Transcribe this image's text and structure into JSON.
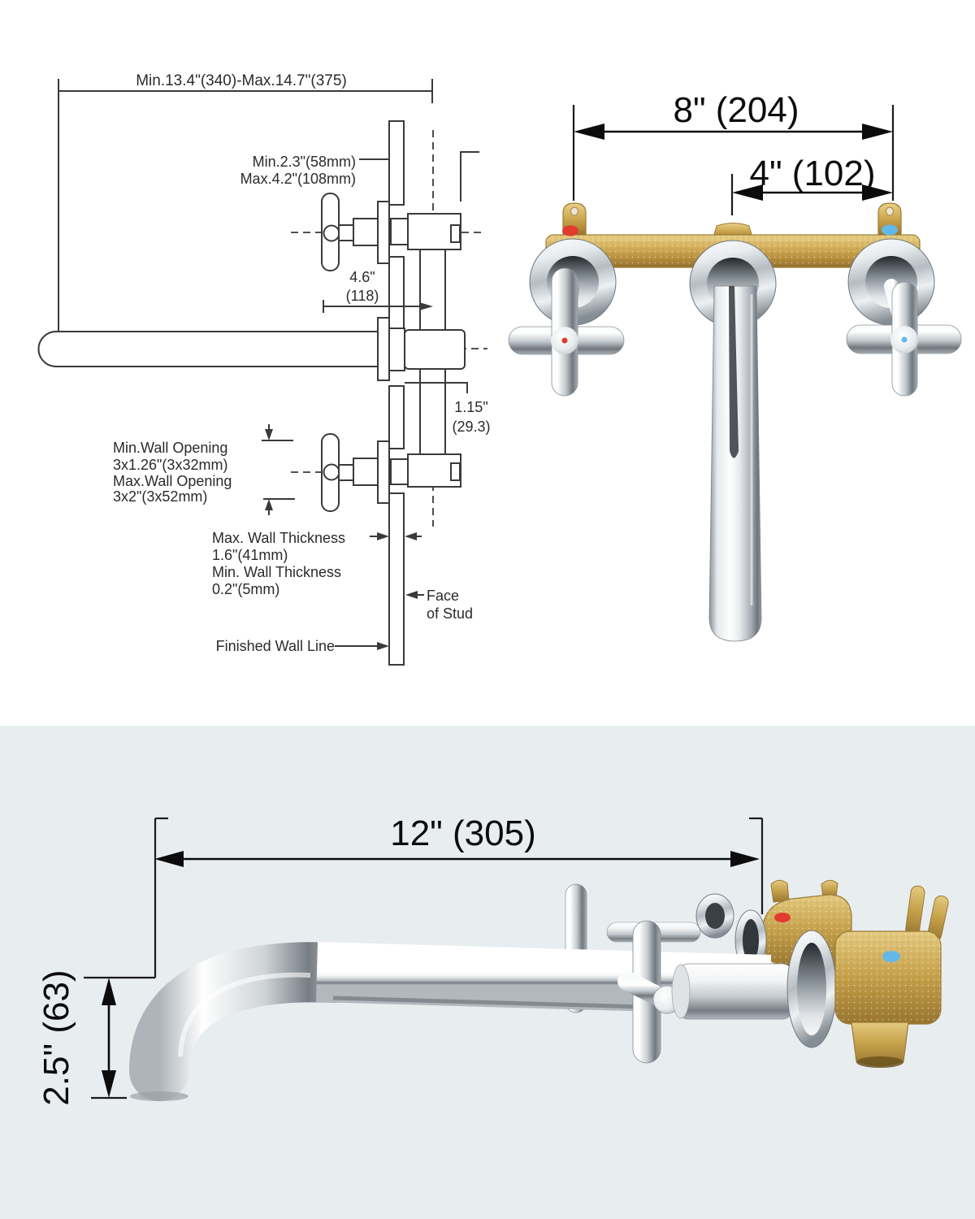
{
  "top_diagram": {
    "overall_width": "Min.13.4\"(340)-Max.14.7\"(375)",
    "depth_min": "Min.2.3\"(58mm)",
    "depth_max": "Max.4.2\"(108mm)",
    "handle_clearance_in": "4.6\"",
    "handle_clearance_mm": "(118)",
    "spout_offset_in": "1.15\"",
    "spout_offset_mm": "(29.3)",
    "wall_opening_lines": [
      "Min.Wall Opening",
      "3x1.26\"(3x32mm)",
      "Max.Wall Opening",
      "3x2\"(3x52mm)"
    ],
    "wall_thickness_lines": [
      "Max. Wall Thickness",
      "1.6\"(41mm)",
      "Min. Wall Thickness",
      "0.2\"(5mm)"
    ],
    "face_of_stud_lines": [
      "Face",
      "of Stud"
    ],
    "finished_wall_line": "Finished Wall Line"
  },
  "front_view": {
    "handle_spread": "8\" (204)",
    "center_spread": "4\" (102)"
  },
  "side_view": {
    "spout_reach": "12\" (305)",
    "spout_drop": "2.5\" (63)"
  },
  "colors": {
    "top_background": "#ffffff",
    "bottom_background": "#e8edf0",
    "drawing_line": "#3a3a3a",
    "photo_line": "#0c0c0c",
    "brass": "#c8a24b",
    "hot_dot_red": "#e23b2e",
    "cold_dot_blue": "#62b9e9",
    "chrome_light": "#f5f7f8",
    "chrome_dark": "#6e757c"
  }
}
